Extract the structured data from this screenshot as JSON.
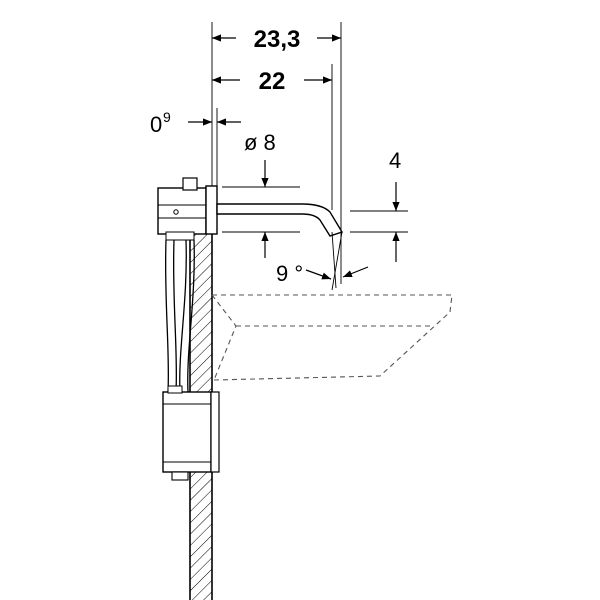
{
  "dimensions": {
    "overall_projection": "23,3",
    "spout_projection": "22",
    "wall_offset": "0",
    "wall_offset_sup": "9",
    "diameter": "ø 8",
    "spout_height": "4",
    "angle": "9 °"
  },
  "colors": {
    "line": "#000000",
    "dash": "#555555",
    "background": "#ffffff"
  }
}
